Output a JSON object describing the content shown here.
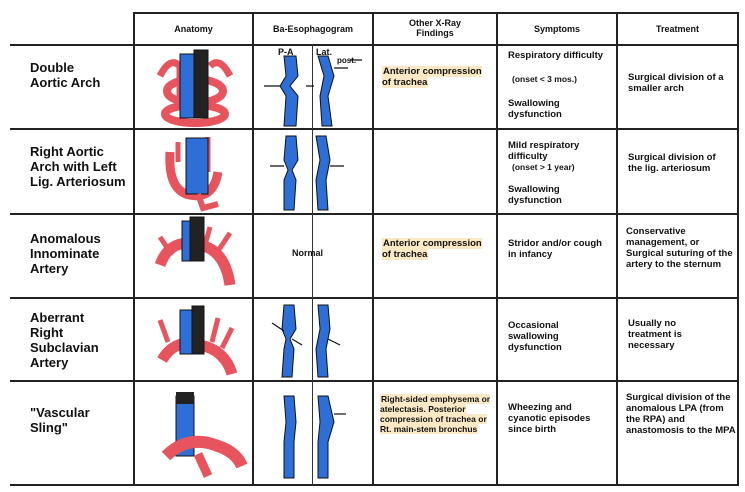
{
  "headers": {
    "anatomy": "Anatomy",
    "esophagogram": "Ba-Esophagogram",
    "xray": "Other X-Ray Findings",
    "symptoms": "Symptoms",
    "treatment": "Treatment"
  },
  "esophagram_views": {
    "pa": "P-A",
    "lat": "Lat.",
    "post": "post."
  },
  "rows": [
    {
      "condition": "Double Aortic Arch",
      "xray": "Anterior compression of trachea",
      "symptoms": [
        "Respiratory difficulty",
        "(onset < 3 mos.)",
        "Swallowing dysfunction"
      ],
      "treatment": "Surgical division of a smaller arch"
    },
    {
      "condition": "Right Aortic Arch with Left Lig. Arteriosum",
      "xray": "",
      "symptoms": [
        "Mild respiratory difficulty",
        "(onset > 1 year)",
        "Swallowing dysfunction"
      ],
      "treatment": "Surgical division of the lig. arteriosum"
    },
    {
      "condition": "Anomalous Innominate Artery",
      "esophagram_text": "Normal",
      "xray": "Anterior compression of trachea",
      "symptoms": [
        "Stridor and/or cough in infancy"
      ],
      "treatment": "Conservative management, or Surgical suturing of the artery to the sternum"
    },
    {
      "condition": "Aberrant Right Subclavian Artery",
      "xray": "",
      "symptoms": [
        "Occasional swallowing dysfunction"
      ],
      "treatment": "Usually no treatment is necessary"
    },
    {
      "condition": "\"Vascular Sling\"",
      "xray": "Right-sided emphysema or atelectasis. Posterior compression of trachea or Rt. main-stem bronchus",
      "symptoms": [
        "Wheezing and cyanotic episodes since birth"
      ],
      "treatment": "Surgical division of the anomalous LPA (from the RPA) and anastomosis to the MPA"
    }
  ],
  "colors": {
    "vessel": "#e8545e",
    "trachea": "#2d6fd6",
    "highlight": "#fbe8c4"
  }
}
